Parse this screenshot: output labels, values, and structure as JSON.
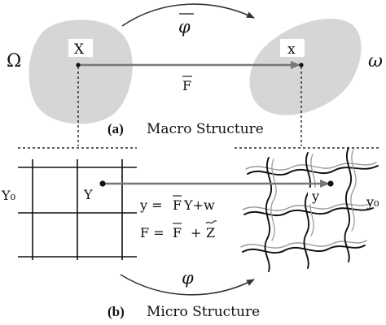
{
  "top": {
    "omega_upper_label": "Ω",
    "omega_lower_label": "ω",
    "phi_bar_label": "φ",
    "point_X_label": "X",
    "point_x_label": "x",
    "F_bar_label": "F",
    "caption_tag": "(a)",
    "caption_text": "Macro Structure"
  },
  "bottom": {
    "Y0_label": "Y₀",
    "y0_label": "y₀",
    "point_Y_label": "Y",
    "point_y_label": "y",
    "eq1_lhs": "y =",
    "eq1_F": "F",
    "eq1_rhs": "Y+w",
    "eq2_lhs": "F =",
    "eq2_F": "F",
    "eq2_plus": "+",
    "eq2_Z": "Z",
    "phi_label": "φ",
    "caption_tag": "(b)",
    "caption_text": "Micro Structure"
  },
  "colors": {
    "blob_fill": "#d6d6d6",
    "arrow_gray": "#777777",
    "ink": "#111111"
  }
}
